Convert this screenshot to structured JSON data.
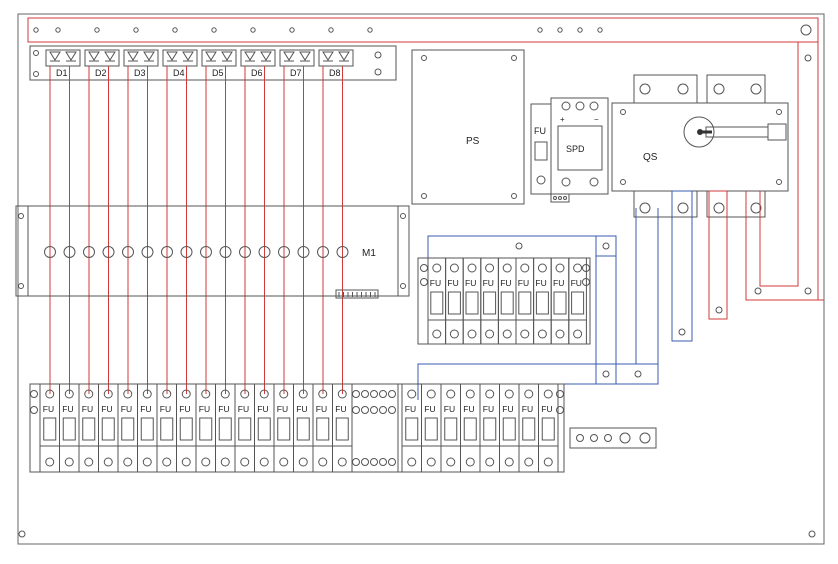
{
  "diagram": {
    "diode_labels": [
      "D1",
      "D2",
      "D3",
      "D4",
      "D5",
      "D6",
      "D7",
      "D8"
    ],
    "fuse_label": "FU",
    "power_supply_label": "PS",
    "spd_label": "SPD",
    "spd_fuse_label": "FU",
    "spd_plus": "+",
    "spd_minus": "−",
    "switch_label": "QS",
    "meter_label": "M1"
  },
  "colors": {
    "line": "#555555",
    "red_wire": "#d03a3a",
    "blue_wire": "#3a5bb0"
  }
}
